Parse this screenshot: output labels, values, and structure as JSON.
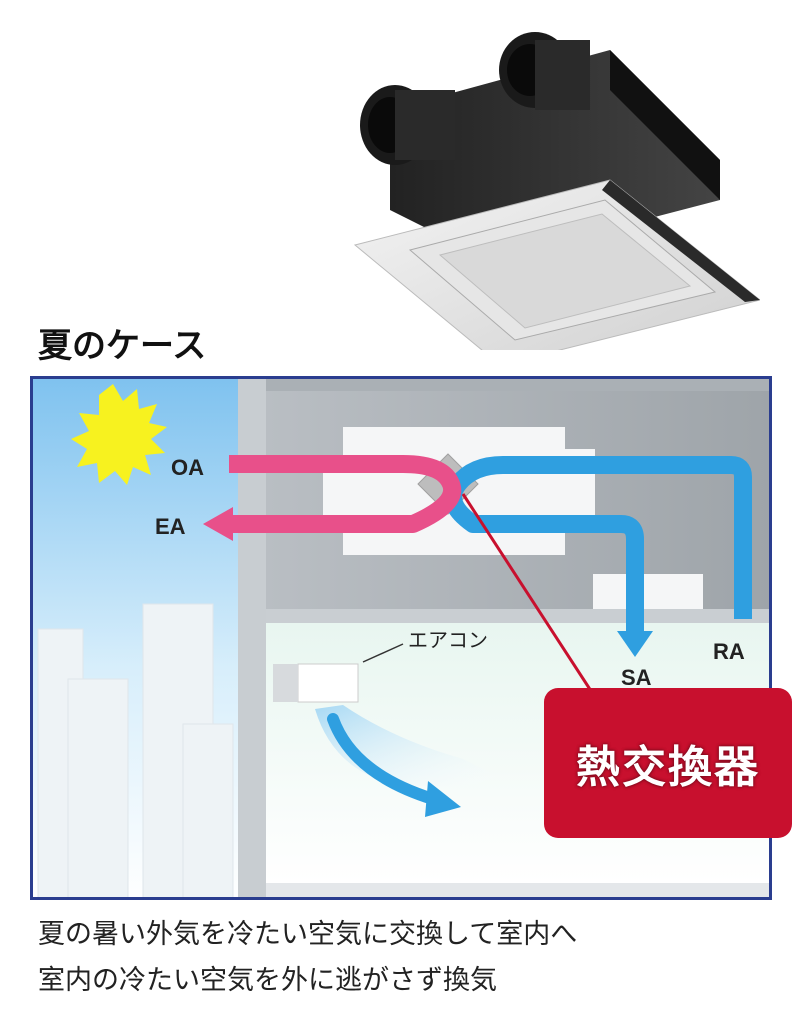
{
  "section_title": "夏のケース",
  "labels": {
    "oa": "OA",
    "ea": "EA",
    "sa": "SA",
    "ra": "RA",
    "aircon": "エアコン"
  },
  "heat_exchanger_label": "熱交換器",
  "caption_lines": [
    "夏の暑い外気を冷たい空気に交換して室内へ",
    "室内の冷たい空気を外に逃がさず換気"
  ],
  "colors": {
    "outdoor_air": "#e8508a",
    "indoor_air": "#2f9fe0",
    "heat_exchanger": "#c8102e",
    "frame": "#2a3d8f",
    "sun": "#f7f21f"
  }
}
